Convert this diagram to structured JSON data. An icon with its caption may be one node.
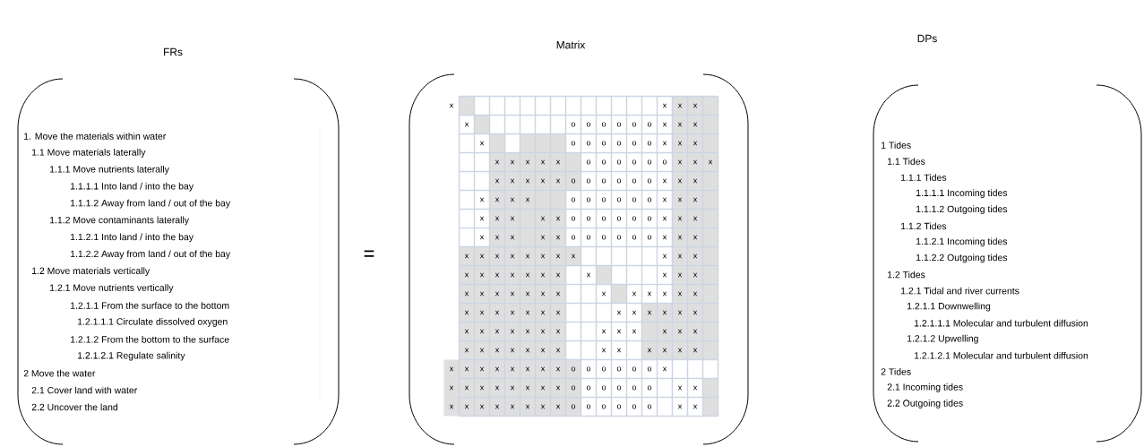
{
  "diagram": {
    "labels": [
      "FRs",
      "Matrix",
      "DPs",
      "1. Move the materials within water",
      "1.1 Move materials laterally",
      "1.1.1 Move nutrients laterally",
      "1.1.1.1 Into land / into the bay",
      "1.1.1.2 Away from land / out of the bay",
      "1.1.2 Move contaminants laterally",
      "1.1.2.1 Into land / into the bay",
      "1.1.2.2 Away from land / out of the bay",
      "1.2 Move materials vertically",
      "1.2.1 Move nutrients vertically",
      "1.2.1.1 From the surface to the bottom",
      "1.2.1.1.1 Circulate dissolved oxygen",
      "1.2.1.2 From the bottom to the surface",
      "1.2.1.2.1 Regulate salinity",
      "2 Move the water",
      "2.1 Cover land with water",
      "2.2 Uncover the land",
      "=",
      "x",
      "x",
      "x",
      "x",
      "x",
      "o",
      "o",
      "o",
      "o",
      "o",
      "o",
      "x",
      "x",
      "x",
      "x",
      "o",
      "o",
      "o",
      "o",
      "o",
      "o",
      "x",
      "x",
      "x",
      "x",
      "x",
      "x",
      "x",
      "x",
      "o",
      "o",
      "o",
      "o",
      "o",
      "o",
      "x",
      "x",
      "x",
      "x",
      "x",
      "x",
      "x",
      "x",
      "o",
      "o",
      "o",
      "o",
      "o",
      "o",
      "x",
      "x",
      "x",
      "x",
      "x",
      "x",
      "x",
      "o",
      "o",
      "o",
      "o",
      "o",
      "o",
      "x",
      "x",
      "x",
      "x",
      "x",
      "x",
      "x",
      "x",
      "o",
      "o",
      "o",
      "o",
      "o",
      "o",
      "x",
      "x",
      "x",
      "x",
      "x",
      "x",
      "x",
      "x",
      "o",
      "o",
      "o",
      "o",
      "o",
      "o",
      "x",
      "x",
      "x",
      "x",
      "x",
      "x",
      "x",
      "x",
      "x",
      "x",
      "x",
      "x",
      "x",
      "x",
      "x",
      "x",
      "x",
      "x",
      "x",
      "x",
      "x",
      "x",
      "x",
      "x",
      "x",
      "x",
      "x",
      "x",
      "x",
      "x",
      "x",
      "x",
      "x",
      "x",
      "x",
      "x",
      "x",
      "x",
      "x",
      "x",
      "x",
      "x",
      "x",
      "x",
      "x",
      "x",
      "x",
      "x",
      "x",
      "x",
      "x",
      "x",
      "x",
      "x",
      "x",
      "x",
      "x",
      "x",
      "x",
      "x",
      "x",
      "x",
      "x",
      "x",
      "x",
      "x",
      "x",
      "x",
      "x",
      "x",
      "x",
      "x",
      "x",
      "x",
      "x",
      "x",
      "x",
      "x",
      "x",
      "x",
      "x",
      "x",
      "x",
      "x",
      "x",
      "o",
      "o",
      "o",
      "o",
      "o",
      "o",
      "x",
      "x",
      "x",
      "x",
      "x",
      "x",
      "x",
      "x",
      "x",
      "o",
      "o",
      "o",
      "o",
      "o",
      "o",
      "x",
      "x",
      "x",
      "x",
      "x",
      "x",
      "x",
      "x",
      "x",
      "x",
      "o",
      "o",
      "o",
      "o",
      "o",
      "o",
      "x",
      "x",
      "1 Tides",
      "1.1 Tides",
      "1.1.1 Tides",
      "1.1.1.1 Incoming tides",
      "1.1.1.2 Outgoing tides",
      "1.1.2 Tides",
      "1.1.2.1 Incoming tides",
      "1.1.2.2 Outgoing tides",
      "1.2 Tides",
      "1.2.1 Tidal and river currents",
      "1.2.1.1 Downwelling",
      "1.2.1.1.1 Molecular and turbulent diffusion",
      "1.2.1.2 Upwelling",
      "1.2.1.2.1 Molecular and turbulent diffusion",
      "2 Tides",
      "2.1 Incoming tides",
      "2.2 Outgoing tides"
    ]
  }
}
